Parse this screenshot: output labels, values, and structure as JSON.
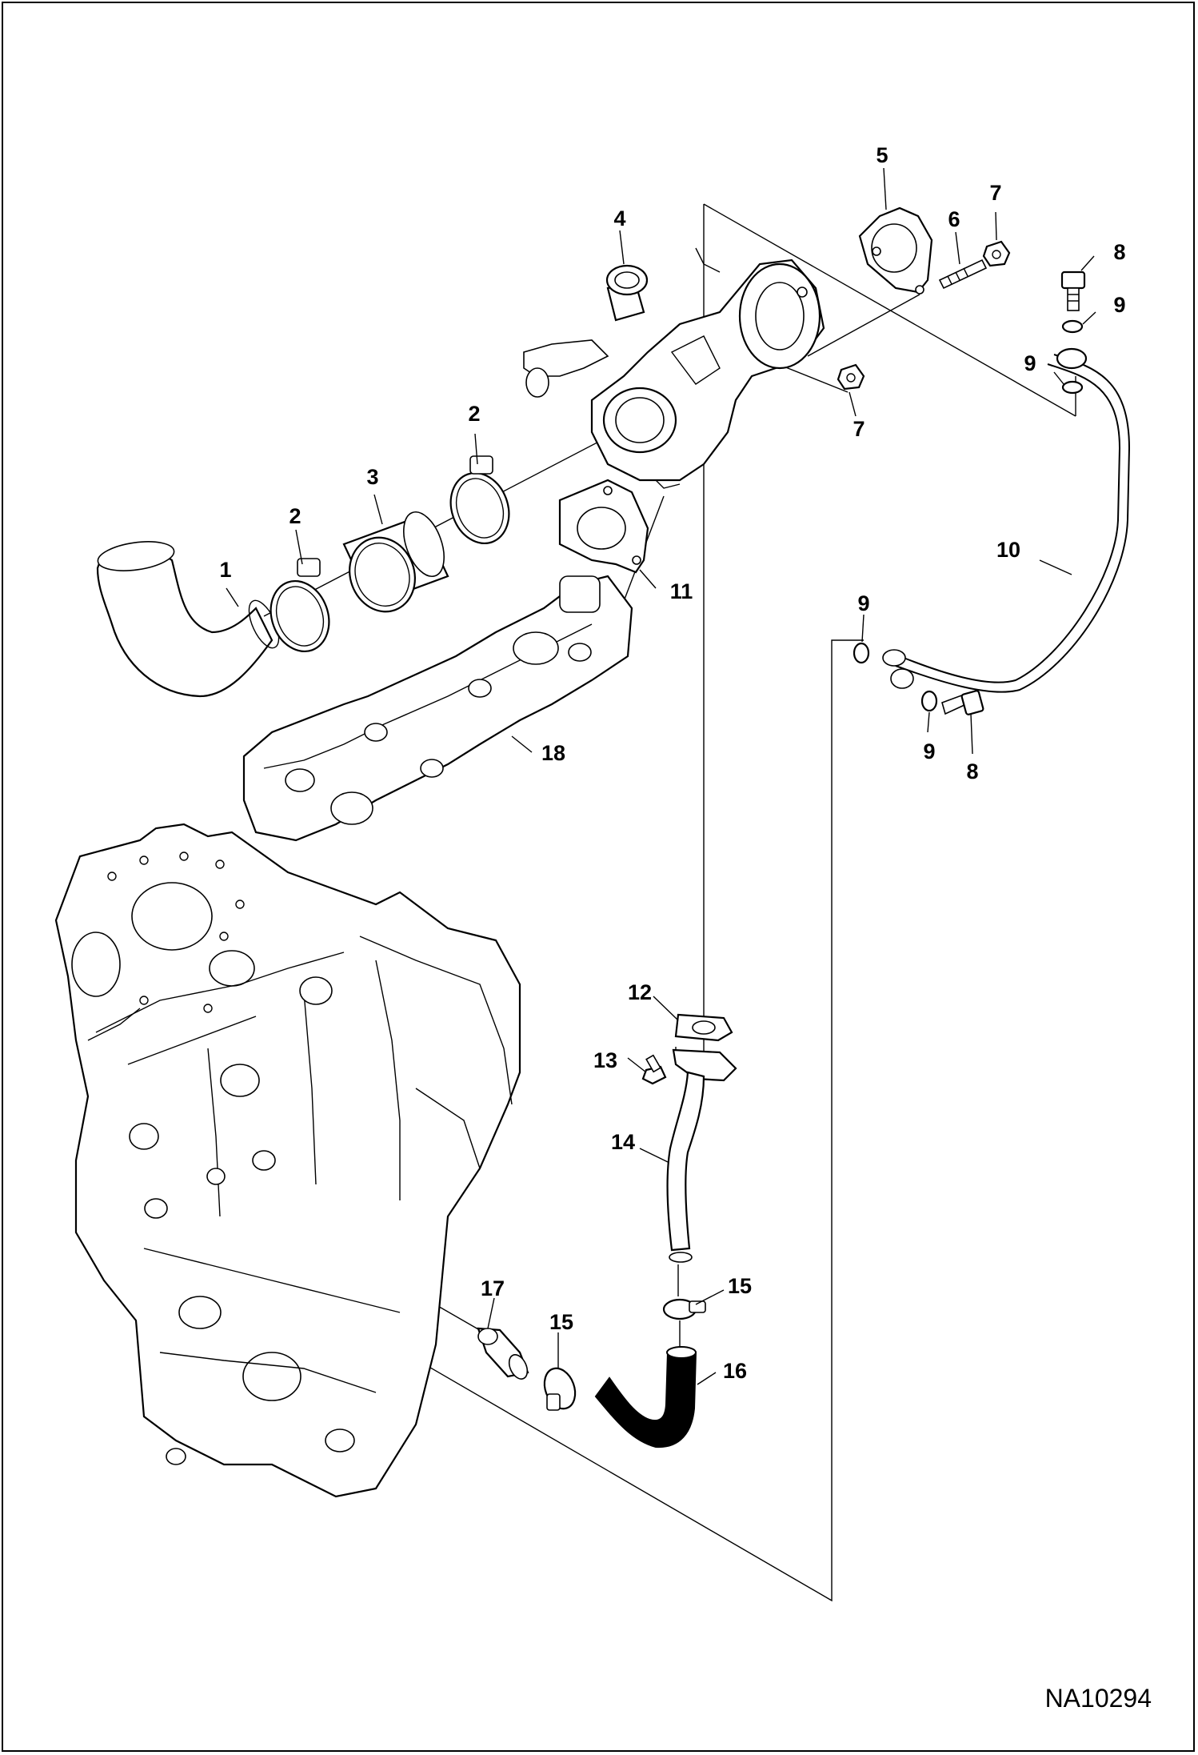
{
  "figure_id": "NA10294",
  "callouts": [
    {
      "id": "c1",
      "text": "1"
    },
    {
      "id": "c2a",
      "text": "2"
    },
    {
      "id": "c2b",
      "text": "2"
    },
    {
      "id": "c3",
      "text": "3"
    },
    {
      "id": "c4",
      "text": "4"
    },
    {
      "id": "c5",
      "text": "5"
    },
    {
      "id": "c6",
      "text": "6"
    },
    {
      "id": "c7a",
      "text": "7"
    },
    {
      "id": "c7b",
      "text": "7"
    },
    {
      "id": "c8a",
      "text": "8"
    },
    {
      "id": "c8b",
      "text": "8"
    },
    {
      "id": "c9a",
      "text": "9"
    },
    {
      "id": "c9b",
      "text": "9"
    },
    {
      "id": "c9c",
      "text": "9"
    },
    {
      "id": "c9d",
      "text": "9"
    },
    {
      "id": "c10",
      "text": "10"
    },
    {
      "id": "c11",
      "text": "11"
    },
    {
      "id": "c12",
      "text": "12"
    },
    {
      "id": "c13",
      "text": "13"
    },
    {
      "id": "c14",
      "text": "14"
    },
    {
      "id": "c15a",
      "text": "15"
    },
    {
      "id": "c15b",
      "text": "15"
    },
    {
      "id": "c16",
      "text": "16"
    },
    {
      "id": "c17",
      "text": "17"
    },
    {
      "id": "c18",
      "text": "18"
    }
  ]
}
